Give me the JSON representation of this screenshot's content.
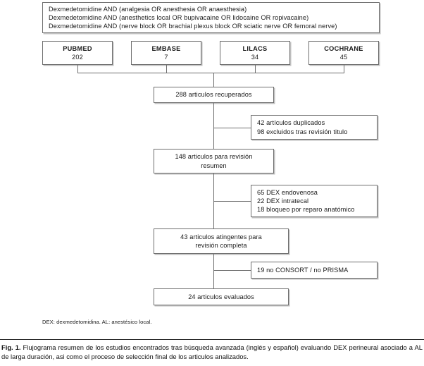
{
  "figure": {
    "query_box": {
      "lines": [
        "Dexmedetomidine AND (analgesia OR anesthesia OR anaesthesia)",
        "Dexmedetomidine AND (anesthetics local OR bupivacaine OR lidocaine OR ropivacaine)",
        "Dexmedetomidine AND (nerve block OR brachial plexus block OR sciatic nerve OR femoral nerve)"
      ]
    },
    "databases": [
      {
        "name": "PUBMED",
        "count": "202"
      },
      {
        "name": "EMBASE",
        "count": "7"
      },
      {
        "name": "LILACS",
        "count": "34"
      },
      {
        "name": "COCHRANE",
        "count": "45"
      }
    ],
    "stages": [
      {
        "id": "retrieved",
        "line1": "288 articulos recuperados",
        "line2": ""
      },
      {
        "id": "abstract",
        "line1": "148 articulos para revisión",
        "line2": "resumen"
      },
      {
        "id": "fulltext",
        "line1": "43 articulos atingentes para",
        "line2": "revisión completa"
      },
      {
        "id": "evaluated",
        "line1": "24 articulos evaluados",
        "line2": ""
      }
    ],
    "exclusions": [
      {
        "id": "duplicates-title",
        "lines": [
          "42 artículos duplicados",
          "98 excluidos tras revisión titulo"
        ]
      },
      {
        "id": "route-reasons",
        "lines": [
          "65 DEX endovenosa",
          "22 DEX intratecal",
          "18 bloqueo por reparo anatómico"
        ]
      },
      {
        "id": "no-consort-prisma",
        "lines": [
          "19 no CONSORT / no PRISMA"
        ]
      }
    ],
    "footnote": "DEX: dexmedetomidina. AL: anestésico local.",
    "caption": {
      "label": "Fig. 1.",
      "text": "Flujograma resumen de los estudios encontrados tras búsqueda avanzada (inglés y español) evaluando DEX perineural asociado a AL de larga duración, asi como el proceso de selección final de los articulos analizados."
    }
  },
  "colors": {
    "box_border": "#6e6e6e",
    "line": "#6e6e6e",
    "text": "#1a1a1a",
    "background": "#ffffff"
  }
}
